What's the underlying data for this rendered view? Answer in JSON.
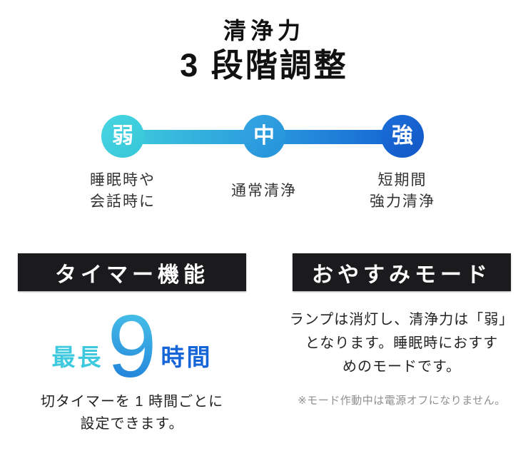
{
  "title": {
    "line1": "清浄力",
    "line2": "3 段階調整"
  },
  "levels": {
    "bar_gradient_start": "#3ecbdc",
    "bar_gradient_end": "#1565d2",
    "items": [
      {
        "label": "弱",
        "color": "#3ecbdc",
        "lines": [
          "睡眠時や",
          "会話時に"
        ]
      },
      {
        "label": "中",
        "color": "#2b9bde",
        "lines": [
          "通常清浄"
        ]
      },
      {
        "label": "強",
        "color": "#1660ce",
        "lines": [
          "短期間",
          "強力清浄"
        ]
      }
    ]
  },
  "timer_card": {
    "header": "タイマー機能",
    "max_label": "最長",
    "hours_value": "9",
    "hours_unit": "時間",
    "accent_cyan": "#3ec9de",
    "accent_blue": "#1565d8",
    "desc_lines": [
      "切タイマーを 1 時間ごとに",
      "設定できます。"
    ]
  },
  "sleep_card": {
    "header": "おやすみモード",
    "desc_lines": [
      "ランプは消灯し、清浄力は「弱」",
      "となります。睡眠時におすす",
      "めのモードです。"
    ],
    "note": "※モード作動中は電源オフになりません。"
  }
}
